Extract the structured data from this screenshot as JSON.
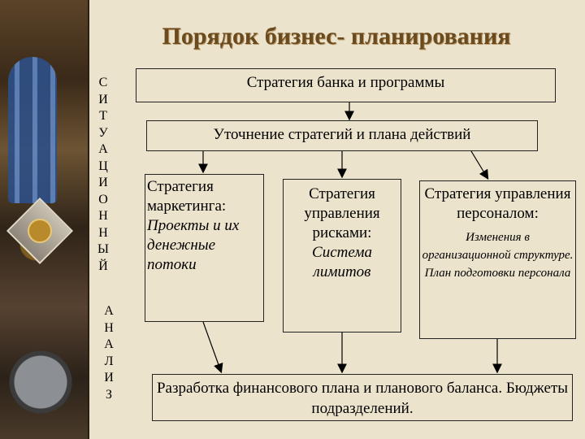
{
  "title": "Порядок бизнес- планирования",
  "vertical_text_top": [
    "С",
    "И",
    "Т",
    "У",
    "А",
    "Ц",
    "И",
    "О",
    "Н",
    "Н",
    "Ы",
    "Й"
  ],
  "vertical_text_bottom": [
    "А",
    "Н",
    "А",
    "Л",
    "И",
    "З"
  ],
  "box_top": "Стратегия банка и программы",
  "box_second": "Уточнение стратегий и плана действий",
  "col1": {
    "head": "Стратегия маркетинга:",
    "sub": "Проекты и их денежные потоки"
  },
  "col2": {
    "head": "Стратегия управления рисками:",
    "sub": "Система лимитов"
  },
  "col3": {
    "head": "Стратегия управления персоналом:",
    "sub": "Изменения в организационной структуре. План подготовки персонала"
  },
  "bottom": "Разработка финансового плана и планового баланса. Бюджеты подразделений.",
  "colors": {
    "title": "#6b4a1d",
    "background": "#ece3cc"
  }
}
